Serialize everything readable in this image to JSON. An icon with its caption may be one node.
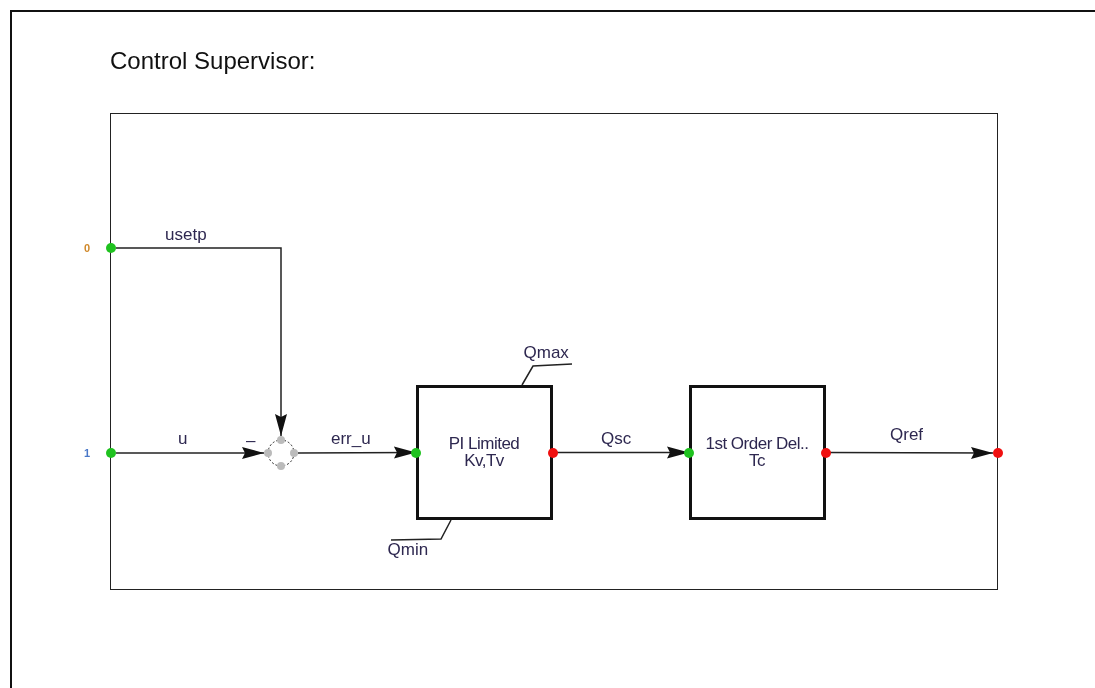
{
  "diagram": {
    "title": "Control Supervisor:",
    "nodes": [
      {
        "text": [],
        "shape": "box"
      },
      {
        "text": [
          "0"
        ]
      },
      {
        "text": [
          "1"
        ]
      },
      {
        "text": [],
        "shape": "circle",
        "in": 0
      },
      {
        "text": [
          "PI Limited Kv,Tv"
        ],
        "in": 0
      },
      {
        "text": [
          "1st Order Del.. Tc"
        ],
        "in": 0
      },
      {
        "text": [],
        "shape": "circle"
      },
      {
        "text": [
          "Qmax"
        ],
        "in": 0
      },
      {
        "text": [
          "Qmin"
        ],
        "in": 0
      }
    ],
    "edges": [
      {
        "from": 1,
        "to": 3,
        "arrow": "to",
        "label": "usetp"
      },
      {
        "from": 2,
        "to": 3,
        "arrow": "to",
        "label": "u"
      },
      {
        "from": 3,
        "to": 4,
        "arrow": "to",
        "label": "err_u"
      },
      {
        "from": 4,
        "to": 5,
        "arrow": "to",
        "label": "Qsc"
      },
      {
        "from": 5,
        "to": 6,
        "arrow": "to",
        "label": "Qref"
      },
      {
        "from": 7,
        "to": 4,
        "arrow": "none"
      },
      {
        "from": 8,
        "to": 4,
        "arrow": "none"
      }
    ],
    "labels": [
      "–"
    ]
  }
}
